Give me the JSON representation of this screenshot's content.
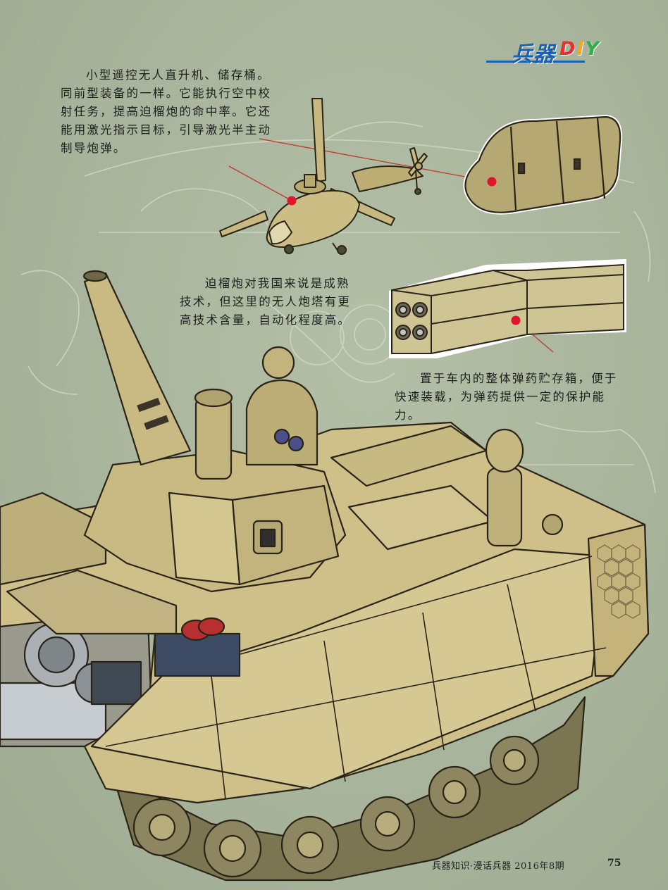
{
  "header": {
    "column_title_cn": "兵器",
    "column_title_en": "DIY",
    "logo_colors": [
      "#e8312f",
      "#f5a623",
      "#2bb04a",
      "#1a5fb4"
    ]
  },
  "captions": {
    "drone": "小型遥控无人直升机、储存桶。同前型装备的一样。它能执行空中校射任务，提高迫榴炮的命中率。它还能用激光指示目标，引导激光半主动制导炮弹。",
    "mortar": "迫榴炮对我国来说是成熟技术，但这里的无人炮塔有更高技术含量，自动化程度高。",
    "ammo": "置于车内的整体弹药贮存箱，便于快速装载，为弹药提供一定的保护能力。"
  },
  "footer": {
    "text": "兵器知识·漫话兵器  2016年8期",
    "page_number": "75"
  },
  "colors": {
    "background": "#a9b69d",
    "armor": "#cfc08a",
    "armor_dark": "#a8995f",
    "callout_line": "#c0392b",
    "callout_dot": "#e0142a",
    "ink": "#2a2418"
  }
}
